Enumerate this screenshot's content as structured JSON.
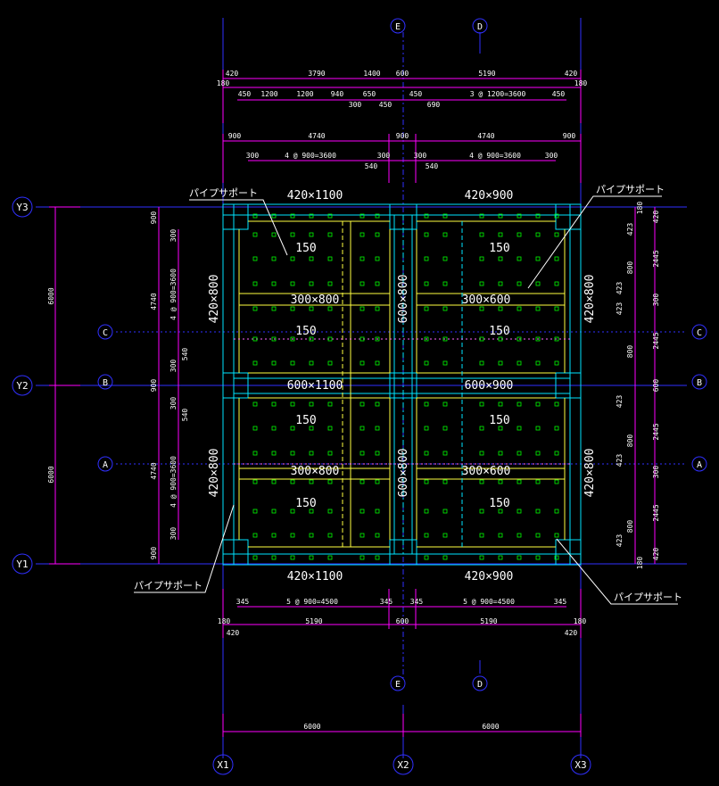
{
  "colors": {
    "background": "#000000",
    "concrete": "#00e5ff",
    "beam_inner": "#ffff40",
    "dimension": "#ff00ff",
    "grid": "#3030ff",
    "support": "#00ff00",
    "text": "#ffffff"
  },
  "grid_bubbles": {
    "E": "E",
    "D": "D",
    "Y3": "Y3",
    "Y2": "Y2",
    "Y1": "Y1",
    "C": "C",
    "B": "B",
    "A": "A",
    "X1": "X1",
    "X2": "X2",
    "X3": "X3"
  },
  "beams": {
    "top_left": "420×1100",
    "top_right": "420×900",
    "mid_left": "600×1100",
    "mid_right": "600×900",
    "bottom_left": "420×1100",
    "bottom_right": "420×900",
    "left_upper": "420×800",
    "left_lower": "420×800",
    "right_upper": "420×800",
    "right_lower": "420×800",
    "center_upper": "600×800",
    "center_lower": "600×800",
    "sub_tl": "300×800",
    "sub_tr": "300×600",
    "sub_bl": "300×800",
    "sub_br": "300×600"
  },
  "slab_thickness": "150",
  "pipe_support": "パイプサポート",
  "dims_top": {
    "r1": [
      "420",
      "3790",
      "1400",
      "600",
      "5190",
      "420"
    ],
    "r2": [
      "180",
      "180"
    ],
    "r3": [
      "450",
      "1200",
      "1200",
      "940",
      "650",
      "450",
      "3 @ 1200=3600",
      "450"
    ],
    "r4": [
      "300",
      "450",
      "690"
    ],
    "r5": [
      "900",
      "4740",
      "900",
      "4740",
      "900"
    ],
    "r6": [
      "300",
      "4 @ 900=3600",
      "300",
      "300",
      "4 @ 900=3600",
      "300"
    ],
    "r7": [
      "540",
      "540"
    ]
  },
  "dims_bottom": {
    "r1": [
      "345",
      "5 @ 900=4500",
      "345",
      "345",
      "5 @ 900=4500",
      "345"
    ],
    "r2": [
      "180",
      "5190",
      "600",
      "5190",
      "180"
    ],
    "r3": [
      "420",
      "420"
    ],
    "overall": [
      "6000",
      "6000"
    ]
  },
  "dims_left": {
    "overall": [
      "6000",
      "6000"
    ],
    "seg": [
      "900",
      "4740",
      "900",
      "4740",
      "900"
    ],
    "sub": [
      "300",
      "4 @ 900=3600",
      "300",
      "540",
      "300",
      "540",
      "4 @ 900=3600",
      "300"
    ]
  },
  "dims_right": {
    "outer": [
      "420",
      "2445",
      "300",
      "2445",
      "600",
      "2445",
      "300",
      "2445",
      "420"
    ],
    "inner": [
      "180",
      "423",
      "800",
      "423",
      "800",
      "423",
      "423",
      "800",
      "423",
      "800",
      "423",
      "180"
    ]
  }
}
